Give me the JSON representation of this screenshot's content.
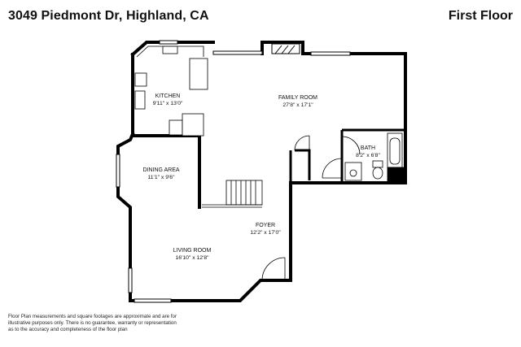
{
  "header": {
    "address": "3049 Piedmont Dr, Highland, CA",
    "floor": "First Floor"
  },
  "rooms": [
    {
      "name": "KITCHEN",
      "dimensions": "9'11\" x 13'0\""
    },
    {
      "name": "FAMILY ROOM",
      "dimensions": "27'8\" x 17'1\""
    },
    {
      "name": "BATH",
      "dimensions": "8'2\" x 6'8\""
    },
    {
      "name": "DINING AREA",
      "dimensions": "11'1\" x 9'6\""
    },
    {
      "name": "FOYER",
      "dimensions": "12'2\" x 17'0\""
    },
    {
      "name": "LIVING ROOM",
      "dimensions": "16'10\" x 12'8\""
    }
  ],
  "disclaimer": {
    "line1": "Floor Plan measurements and square footages are approximate and are for",
    "line2": "illustrative purposes only. There is no guarantee, warranty or representation",
    "line3": "as to the accuracy and completeness of the floor plan"
  }
}
